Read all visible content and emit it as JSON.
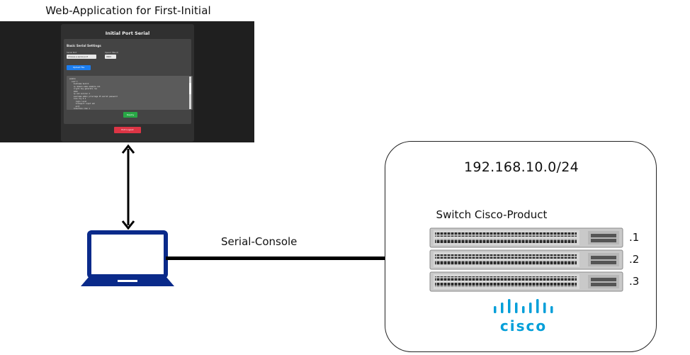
{
  "caption": "Web-Application for First-Initial",
  "webapp": {
    "title": "Initial Port Serial",
    "settings_heading": "Basic Serial Settings",
    "port_label": "Serial Port",
    "port_value": "Choose a serial port",
    "baud_label": "Speed (Baud)",
    "baud_value": "9600",
    "upload_button": "Upload File",
    "console_lines": [
      "enable",
      "  conf t",
      "    hostname Switch",
      "    ip domain-name example.com",
      "    crypto key generate rsa",
      "    1024",
      "    ip ssh version 2",
      "    username admin privilege 15 secret password",
      "    line vty 0 4",
      "      login local",
      "      transport input ssh",
      "      exit",
      "    interface vlan 1"
    ],
    "action_button": "Deploy",
    "logout_button": "Port Logout"
  },
  "link": {
    "label": "Serial-Console"
  },
  "network": {
    "subnet": "192.168.10.0/24",
    "switch_title": "Switch Cisco-Product",
    "switches": [
      {
        "id": ".1"
      },
      {
        "id": ".2"
      },
      {
        "id": ".3"
      }
    ],
    "vendor_logo_text": "cisco"
  },
  "colors": {
    "laptop": "#0a2a8a",
    "cisco_blue": "#049fd9",
    "connector": "#000000"
  }
}
